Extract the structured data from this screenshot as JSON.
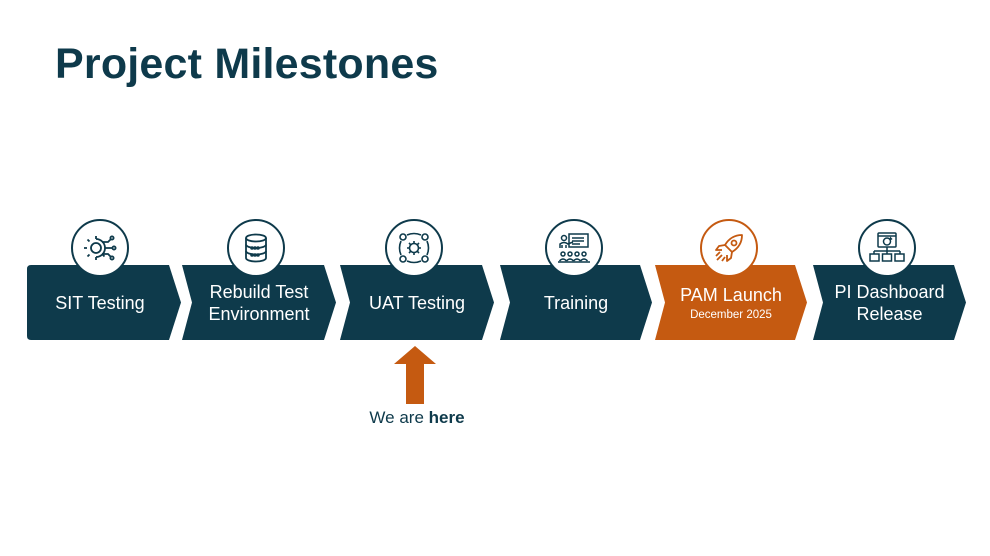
{
  "title": "Project Milestones",
  "colors": {
    "primary": "#0e3a4b",
    "accent": "#c55a11",
    "background": "#ffffff"
  },
  "milestones": [
    {
      "line1": "SIT Testing",
      "line2": "",
      "sub": "",
      "icon": "gear-circuit-icon",
      "current": false,
      "highlight": false
    },
    {
      "line1": "Rebuild Test",
      "line2": "Environment",
      "sub": "",
      "icon": "database-icon",
      "current": false,
      "highlight": false
    },
    {
      "line1": "UAT Testing",
      "line2": "",
      "sub": "",
      "icon": "gears-cycle-icon",
      "current": true,
      "highlight": false
    },
    {
      "line1": "Training",
      "line2": "",
      "sub": "",
      "icon": "presentation-icon",
      "current": false,
      "highlight": false
    },
    {
      "line1": "PAM Launch",
      "line2": "",
      "sub": "December 2025",
      "icon": "rocket-icon",
      "current": false,
      "highlight": true
    },
    {
      "line1": "PI Dashboard",
      "line2": "Release",
      "sub": "",
      "icon": "dashboard-network-icon",
      "current": false,
      "highlight": false
    }
  ],
  "marker": {
    "prefix": "We are ",
    "emphasis": "here"
  }
}
